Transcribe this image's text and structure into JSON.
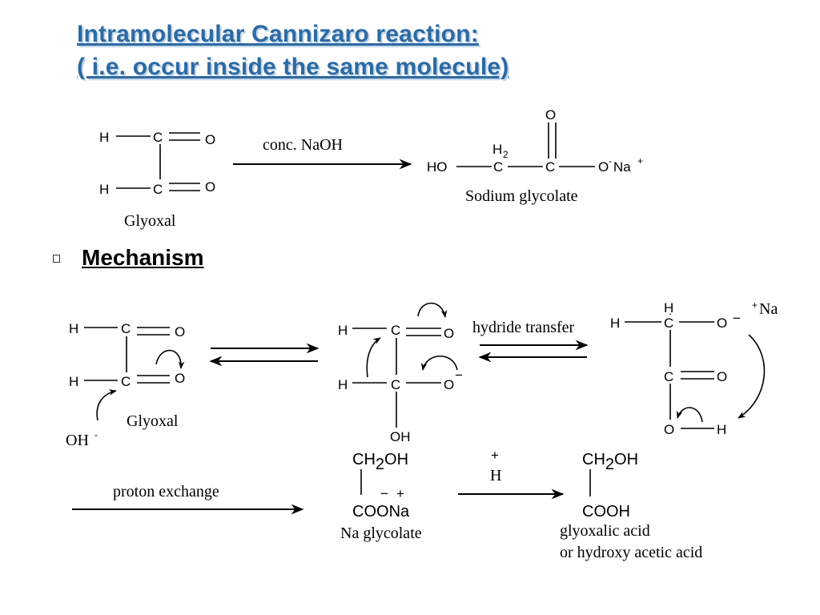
{
  "title": {
    "line1": "Intramolecular Cannizaro reaction:",
    "line2": "( i.e. occur inside the same molecule)"
  },
  "section": {
    "heading": "Mechanism"
  },
  "top_reaction": {
    "reactant": {
      "name": "Glyoxal",
      "h": "H",
      "c": "C",
      "o": "O"
    },
    "reagent": "conc. NaOH",
    "product": {
      "name": "Sodium glycolate",
      "ho": "HO",
      "c": "C",
      "h": "H",
      "h_count": "2",
      "o": "O",
      "o_sup": "-",
      "na": "Na",
      "na_sup": "+"
    }
  },
  "mechanism": {
    "step1": {
      "reactant_name": "Glyoxal",
      "nucleophile": "OH",
      "nucleophile_sup": "-",
      "h": "H",
      "c": "C",
      "o": "O"
    },
    "step2": {
      "oh": "OH",
      "o_minus": "−",
      "h": "H",
      "c": "C",
      "o": "O"
    },
    "hydride_label": "hydride transfer",
    "step3": {
      "h": "H",
      "c": "C",
      "o": "O",
      "o_minus": "−",
      "na_sup": "+",
      "na": "Na"
    },
    "proton_label": "proton exchange",
    "na_glycolate": {
      "ch": "CH",
      "sub": "2",
      "oh": "OH",
      "coo": "COO",
      "na": "Na",
      "charge_minus": "−",
      "charge_plus": "+",
      "name": "Na glycolate"
    },
    "acid_reagent": {
      "plus": "+",
      "h": "H"
    },
    "final_product": {
      "ch": "CH",
      "sub": "2",
      "oh": "OH",
      "cooh": "COOH",
      "name_line1": "glyoxalic acid",
      "name_line2": "or hydroxy acetic acid"
    }
  }
}
